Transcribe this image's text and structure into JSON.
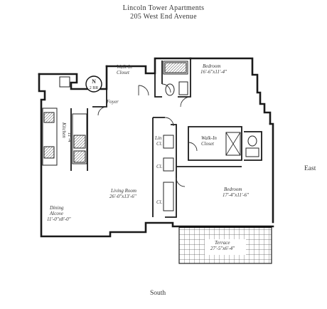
{
  "header": {
    "title": "Lincoln Tower Apartments",
    "address": "205 West End Avenue"
  },
  "compass": {
    "east": "East",
    "south": "South",
    "north_badge": "N",
    "north_badge_sub": "2 BR"
  },
  "rooms": {
    "walk_in_closet_1": {
      "line1": "Walk-In",
      "line2": "Closet"
    },
    "bedroom_1": {
      "name": "Bedroom",
      "size": "16'-6\"x11'-4\""
    },
    "foyer": {
      "name": "Foyer"
    },
    "kitchen": {
      "name": "Kitchen",
      "size": "11'-4\""
    },
    "walk_in_closet_2": {
      "line1": "Walk-In",
      "line2": "Closet"
    },
    "linen": {
      "name": "Lin",
      "sub": "Cl."
    },
    "cl_a": {
      "name": "Cl."
    },
    "cl_b": {
      "name": "Cl."
    },
    "living_room": {
      "name": "Living Room",
      "size": "26'-0\"x13'-6\""
    },
    "bedroom_2": {
      "name": "Bedroom",
      "size": "17'-4\"x11'-6\""
    },
    "dining_alcove": {
      "name": "Dining",
      "name2": "Alcove",
      "size": "11'-0\"x8'-0\""
    },
    "terrace": {
      "name": "Terrace",
      "size": "27'-5\"x6'-4\""
    }
  }
}
